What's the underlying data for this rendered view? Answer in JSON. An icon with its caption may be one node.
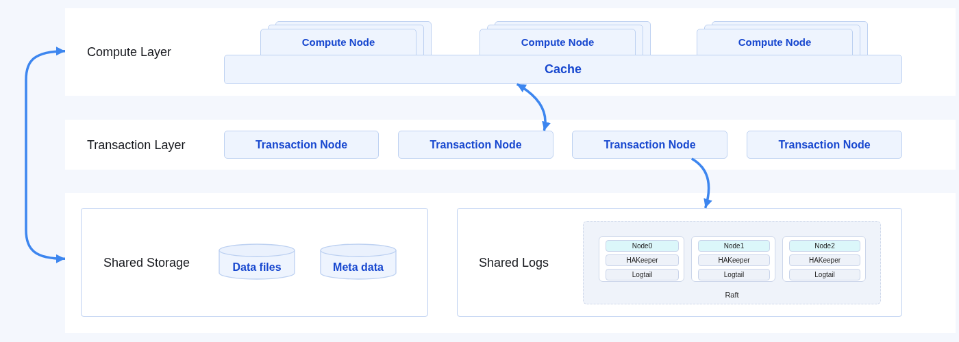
{
  "diagram": {
    "nodes": [
      {
        "text": [
          "Compute Layer"
        ]
      },
      {
        "text": [
          "Compute Node"
        ],
        "in": 0
      },
      {
        "text": [
          "Compute Node"
        ],
        "in": 0
      },
      {
        "text": [
          "Compute Node"
        ],
        "in": 0
      },
      {
        "text": [
          "Cache"
        ],
        "in": 0
      },
      {
        "text": [
          "Transaction Layer"
        ]
      },
      {
        "text": [
          "Transaction Node"
        ],
        "in": 5
      },
      {
        "text": [
          "Transaction Node"
        ],
        "in": 5
      },
      {
        "text": [
          "Transaction Node"
        ],
        "in": 5
      },
      {
        "text": [
          "Transaction Node"
        ],
        "in": 5
      },
      {
        "text": [],
        "shape": "box"
      },
      {
        "text": [
          "Shared Storage"
        ],
        "in": 10
      },
      {
        "text": [
          "Data files"
        ],
        "in": 11
      },
      {
        "text": [
          "Meta data"
        ],
        "in": 11
      },
      {
        "text": [
          "Shared Logs"
        ],
        "in": 10
      },
      {
        "text": [
          "Raft"
        ],
        "in": 14
      },
      {
        "text": [],
        "shape": "box",
        "in": 15
      },
      {
        "text": [
          "Node0"
        ],
        "in": 16
      },
      {
        "text": [
          "HAKeeper"
        ],
        "in": 16
      },
      {
        "text": [
          "Logtail"
        ],
        "in": 16
      },
      {
        "text": [],
        "shape": "box",
        "in": 15
      },
      {
        "text": [
          "Node1"
        ],
        "in": 20
      },
      {
        "text": [
          "HAKeeper"
        ],
        "in": 20
      },
      {
        "text": [
          "Logtail"
        ],
        "in": 20
      },
      {
        "text": [],
        "shape": "box",
        "in": 15
      },
      {
        "text": [
          "Node2"
        ],
        "in": 24
      },
      {
        "text": [
          "HAKeeper"
        ],
        "in": 24
      },
      {
        "text": [
          "Logtail"
        ],
        "in": 24
      }
    ],
    "edges": [
      {
        "from": 0,
        "to": 10,
        "arrow": "both"
      },
      {
        "from": 4,
        "to": 7,
        "arrow": "both"
      },
      {
        "from": 8,
        "to": 14,
        "arrow": "to"
      }
    ]
  }
}
